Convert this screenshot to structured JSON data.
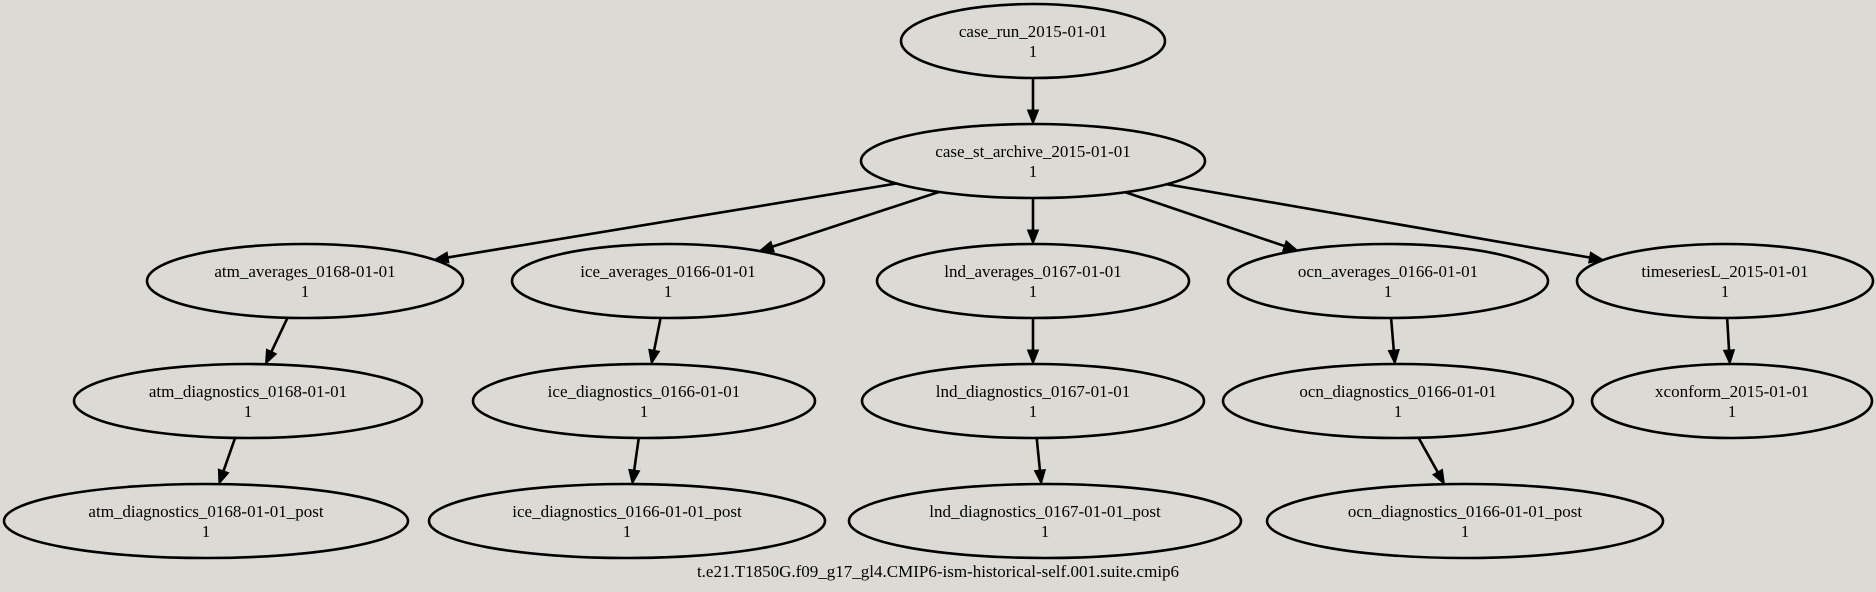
{
  "graph": {
    "label": "t.e21.T1850G.f09_g17_gl4.CMIP6-ism-historical-self.001.suite.cmip6",
    "nodes": [
      {
        "id": "case_run",
        "name": "case_run_2015-01-01",
        "count": "1"
      },
      {
        "id": "case_st_archive",
        "name": "case_st_archive_2015-01-01",
        "count": "1"
      },
      {
        "id": "atm_averages",
        "name": "atm_averages_0168-01-01",
        "count": "1"
      },
      {
        "id": "ice_averages",
        "name": "ice_averages_0166-01-01",
        "count": "1"
      },
      {
        "id": "lnd_averages",
        "name": "lnd_averages_0167-01-01",
        "count": "1"
      },
      {
        "id": "ocn_averages",
        "name": "ocn_averages_0166-01-01",
        "count": "1"
      },
      {
        "id": "timeseriesL",
        "name": "timeseriesL_2015-01-01",
        "count": "1"
      },
      {
        "id": "atm_diagnostics",
        "name": "atm_diagnostics_0168-01-01",
        "count": "1"
      },
      {
        "id": "ice_diagnostics",
        "name": "ice_diagnostics_0166-01-01",
        "count": "1"
      },
      {
        "id": "lnd_diagnostics",
        "name": "lnd_diagnostics_0167-01-01",
        "count": "1"
      },
      {
        "id": "ocn_diagnostics",
        "name": "ocn_diagnostics_0166-01-01",
        "count": "1"
      },
      {
        "id": "xconform",
        "name": "xconform_2015-01-01",
        "count": "1"
      },
      {
        "id": "atm_diagnostics_post",
        "name": "atm_diagnostics_0168-01-01_post",
        "count": "1"
      },
      {
        "id": "ice_diagnostics_post",
        "name": "ice_diagnostics_0166-01-01_post",
        "count": "1"
      },
      {
        "id": "lnd_diagnostics_post",
        "name": "lnd_diagnostics_0167-01-01_post",
        "count": "1"
      },
      {
        "id": "ocn_diagnostics_post",
        "name": "ocn_diagnostics_0166-01-01_post",
        "count": "1"
      }
    ],
    "edges": [
      {
        "from": "case_run",
        "to": "case_st_archive"
      },
      {
        "from": "case_st_archive",
        "to": "atm_averages"
      },
      {
        "from": "case_st_archive",
        "to": "ice_averages"
      },
      {
        "from": "case_st_archive",
        "to": "lnd_averages"
      },
      {
        "from": "case_st_archive",
        "to": "ocn_averages"
      },
      {
        "from": "case_st_archive",
        "to": "timeseriesL"
      },
      {
        "from": "atm_averages",
        "to": "atm_diagnostics"
      },
      {
        "from": "ice_averages",
        "to": "ice_diagnostics"
      },
      {
        "from": "lnd_averages",
        "to": "lnd_diagnostics"
      },
      {
        "from": "ocn_averages",
        "to": "ocn_diagnostics"
      },
      {
        "from": "timeseriesL",
        "to": "xconform"
      },
      {
        "from": "atm_diagnostics",
        "to": "atm_diagnostics_post"
      },
      {
        "from": "ice_diagnostics",
        "to": "ice_diagnostics_post"
      },
      {
        "from": "lnd_diagnostics",
        "to": "lnd_diagnostics_post"
      },
      {
        "from": "ocn_diagnostics",
        "to": "ocn_diagnostics_post"
      }
    ]
  }
}
